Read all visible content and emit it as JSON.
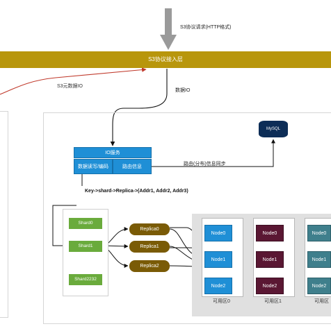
{
  "top": {
    "request_label": "S3协议请求(HTTP格式)",
    "access_layer": "S3协议接入层",
    "meta_io_label": "S3元数据IO",
    "data_io_label": "数据IO"
  },
  "io_service": {
    "title": "IO服务",
    "cell_left": "数据读写/编码",
    "cell_right": "路由信息"
  },
  "mysql": {
    "label": "MySQL"
  },
  "route_sync_label": "路由(分布)信息同步",
  "key_path_label": "Key->shard->Replica->(Addr1, Addr2, Addr3)",
  "shards": [
    "Shard0",
    "Shard1",
    "Shard2232"
  ],
  "replicas": [
    "Replica0",
    "Replica1",
    "Replica2"
  ],
  "zones": [
    {
      "label": "可用区0",
      "nodes": [
        "Node0",
        "Node1",
        "Node2"
      ]
    },
    {
      "label": "可用区1",
      "nodes": [
        "Node0",
        "Node1",
        "Node2"
      ]
    },
    {
      "label": "可用区",
      "nodes": [
        "Node0",
        "Node1",
        "Node2"
      ]
    }
  ],
  "colors": {
    "access_bar": "#b8960c",
    "io_service": "#1f8fd6",
    "mysql": "#0d2d57",
    "shard": "#6aab3c",
    "replica": "#7a5b06",
    "zone1_node": "#5a1733",
    "zone2_node": "#3f7f8c",
    "meta_line": "#c0392b"
  }
}
